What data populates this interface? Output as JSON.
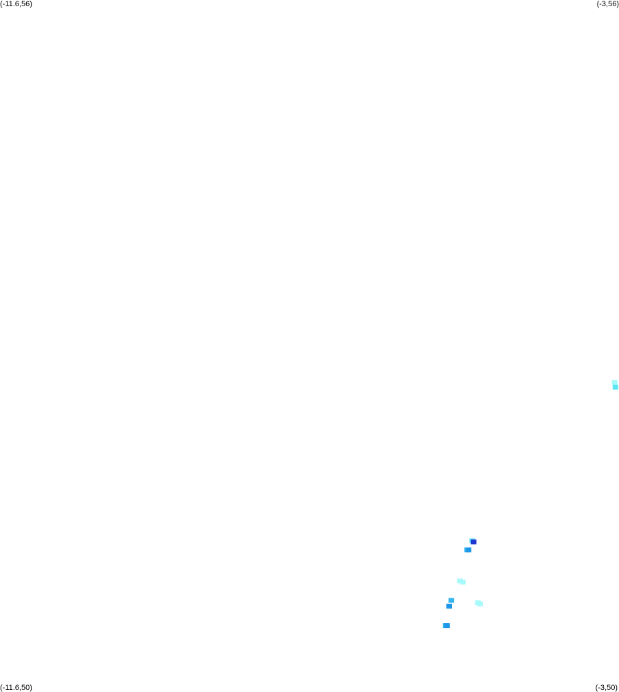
{
  "corners": {
    "top_left": "(-11.6,56)",
    "top_right": "(-3,56)",
    "bottom_left": "(-11.6,50)",
    "bottom_right": "(-3,50)"
  },
  "extent": {
    "lon_min": -11.6,
    "lon_max": -3,
    "lat_min": 50,
    "lat_max": 56
  },
  "colors": {
    "pale_cyan": "#a8fafa",
    "light_cyan": "#5fe6f5",
    "sky_blue": "#35b6f0",
    "mid_blue": "#1f97e8",
    "dark_blue": "#2236d6"
  },
  "markers": [
    {
      "lon": -3.06,
      "lat": 52.66,
      "color": "pale_cyan"
    },
    {
      "lon": -3.05,
      "lat": 52.62,
      "color": "light_cyan"
    },
    {
      "lon": -5.04,
      "lat": 51.28,
      "color": "light_cyan"
    },
    {
      "lon": -5.02,
      "lat": 51.27,
      "color": "dark_blue"
    },
    {
      "lon": -5.11,
      "lat": 51.2,
      "color": "sky_blue"
    },
    {
      "lon": -5.09,
      "lat": 51.2,
      "color": "mid_blue"
    },
    {
      "lon": -5.21,
      "lat": 50.93,
      "color": "pale_cyan"
    },
    {
      "lon": -5.17,
      "lat": 50.92,
      "color": "pale_cyan"
    },
    {
      "lon": -5.33,
      "lat": 50.76,
      "color": "sky_blue"
    },
    {
      "lon": -5.36,
      "lat": 50.71,
      "color": "mid_blue"
    },
    {
      "lon": -4.93,
      "lat": 50.73,
      "color": "pale_cyan"
    },
    {
      "lon": -4.96,
      "lat": 50.74,
      "color": "pale_cyan"
    },
    {
      "lon": -5.41,
      "lat": 50.54,
      "color": "sky_blue"
    },
    {
      "lon": -5.39,
      "lat": 50.54,
      "color": "mid_blue"
    }
  ]
}
